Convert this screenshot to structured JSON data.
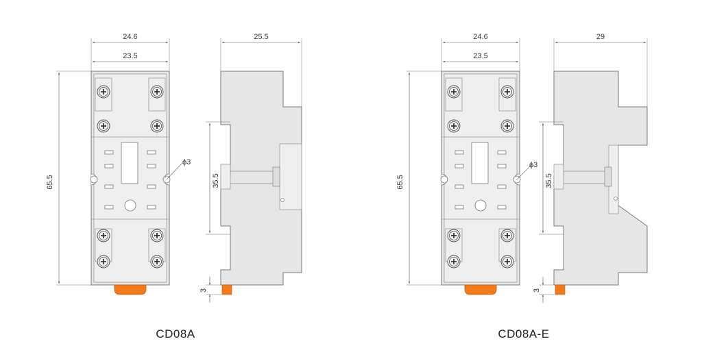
{
  "colors": {
    "body": "#e6e6e6",
    "outline": "#7a7a7a",
    "clip": "#f27a1a"
  },
  "left": {
    "caption": "CD08A",
    "front": {
      "width_outer": "24.6",
      "width_inner": "23.5",
      "height": "65.5",
      "hole": "ϕ3"
    },
    "side": {
      "depth": "25.5",
      "rail": "35.5",
      "terminal": "3"
    }
  },
  "right": {
    "caption": "CD08A-E",
    "front": {
      "width_outer": "24.6",
      "width_inner": "23.5",
      "height": "65.5",
      "hole": "ϕ3"
    },
    "side": {
      "depth": "29",
      "rail": "35.5",
      "terminal": "3"
    }
  }
}
